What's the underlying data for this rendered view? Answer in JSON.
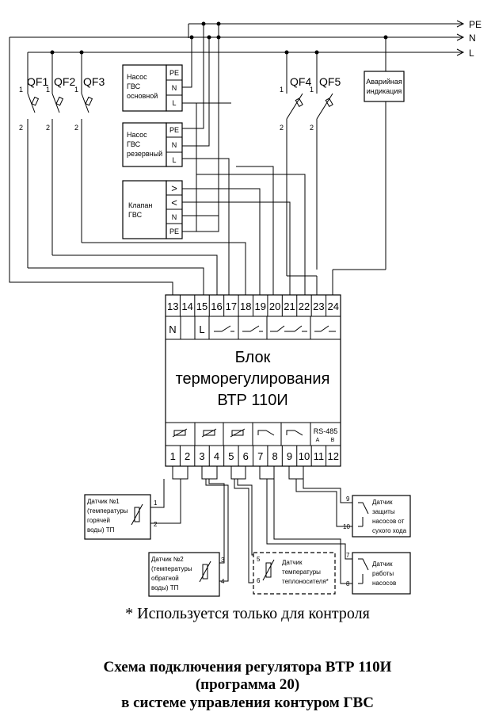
{
  "bus": {
    "pe": "PE",
    "n": "N",
    "l": "L"
  },
  "breakers": {
    "qf1": "QF1",
    "qf2": "QF2",
    "qf3": "QF3",
    "qf4": "QF4",
    "qf5": "QF5",
    "pin_in": "1",
    "pin_out": "2"
  },
  "alarm": [
    "Аварийная",
    "индикация"
  ],
  "pump_main": {
    "label": [
      "Насос",
      "ГВС",
      "основной"
    ],
    "pins": [
      "PE",
      "N",
      "L"
    ]
  },
  "pump_reserve": {
    "label": [
      "Насос",
      "ГВС",
      "резервный"
    ],
    "pins": [
      "PE",
      "N",
      "L"
    ]
  },
  "valve": {
    "label": [
      "Клапан",
      "ГВС"
    ],
    "pins": [
      ">",
      "<",
      "N",
      "PE"
    ]
  },
  "block": {
    "top_terminals": [
      "13",
      "14",
      "15",
      "16",
      "17",
      "18",
      "19",
      "20",
      "21",
      "22",
      "23",
      "24"
    ],
    "top_n": "N",
    "top_l": "L",
    "title": [
      "Блок",
      "терморегулирования",
      "ВТР 110И"
    ],
    "bottom_terminals": [
      "1",
      "2",
      "3",
      "4",
      "5",
      "6",
      "7",
      "8",
      "9",
      "10",
      "11",
      "12"
    ],
    "rs485": "RS-485",
    "rs_a": "A",
    "rs_b": "B"
  },
  "sensors": {
    "s1": {
      "label": [
        "Датчик №1",
        "(температуры",
        "горячей",
        "воды) ТП"
      ],
      "pins": [
        "1",
        "2"
      ]
    },
    "s2": {
      "label": [
        "Датчик №2",
        "(температуры",
        "обратной",
        "воды) ТП"
      ],
      "pins": [
        "3",
        "4"
      ]
    },
    "s3": {
      "label": [
        "Датчик",
        "температуры",
        "теплоносителя*"
      ],
      "pins": [
        "5",
        "6"
      ]
    },
    "s4": {
      "label": [
        "Датчик",
        "защиты",
        "насосов от",
        "сухого хода"
      ],
      "pins": [
        "9",
        "10"
      ]
    },
    "s5": {
      "label": [
        "Датчик",
        "работы",
        "насосов"
      ],
      "pins": [
        "7",
        "8"
      ]
    }
  },
  "footnote": "* Используется только для контроля",
  "caption": [
    "Схема подключения регулятора ВТР 110И",
    "(программа 20)",
    "в системе управления контуром ГВС"
  ]
}
